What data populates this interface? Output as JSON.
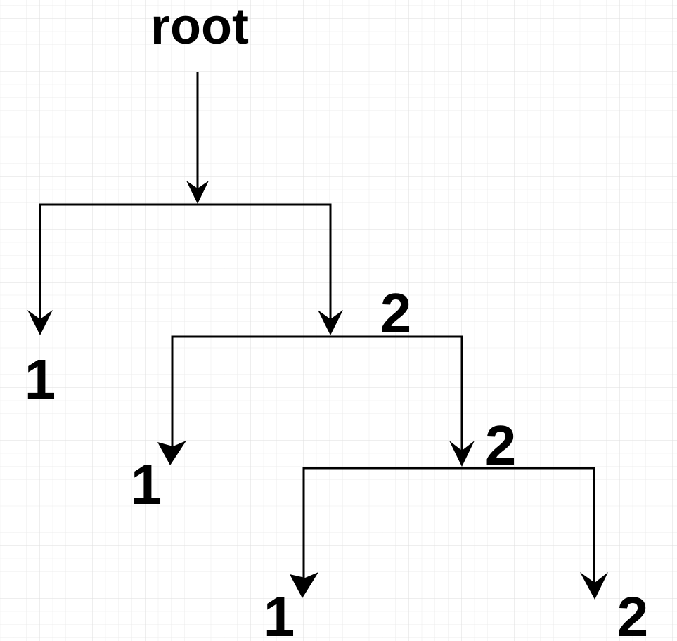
{
  "diagram": {
    "root_label": "root",
    "level1": {
      "left_leaf_label": "1",
      "right_node_label": "2"
    },
    "level2": {
      "left_leaf_label": "1",
      "right_node_label": "2"
    },
    "level3": {
      "left_leaf_label": "1",
      "right_leaf_label": "2"
    }
  },
  "colors": {
    "background": "#ffffff",
    "grid_minor": "#ececec",
    "grid_major": "#dedede",
    "line": "#000000"
  }
}
